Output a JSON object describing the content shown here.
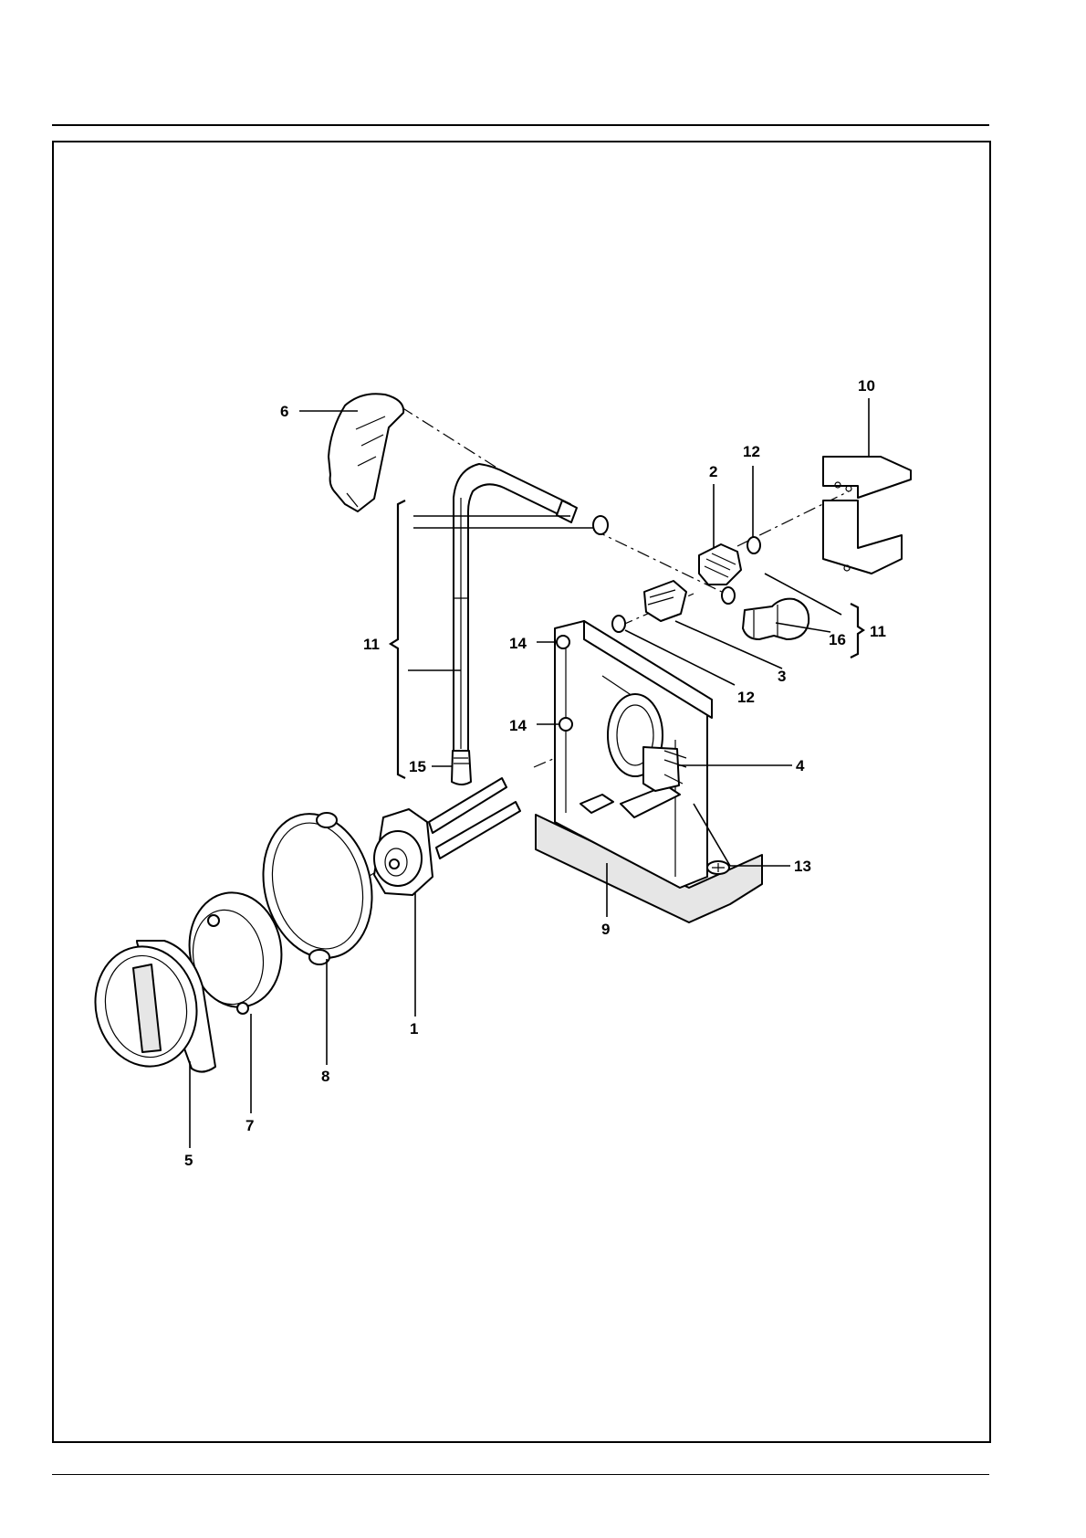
{
  "callouts": {
    "c1": "1",
    "c2": "2",
    "c3": "3",
    "c4": "4",
    "c5": "5",
    "c6": "6",
    "c7": "7",
    "c8": "8",
    "c9": "9",
    "c10": "10",
    "c11_left": "11",
    "c11_right": "11",
    "c12_top": "12",
    "c12_mid": "12",
    "c13": "13",
    "c14_top": "14",
    "c14_mid": "14",
    "c15": "15",
    "c16": "16"
  }
}
